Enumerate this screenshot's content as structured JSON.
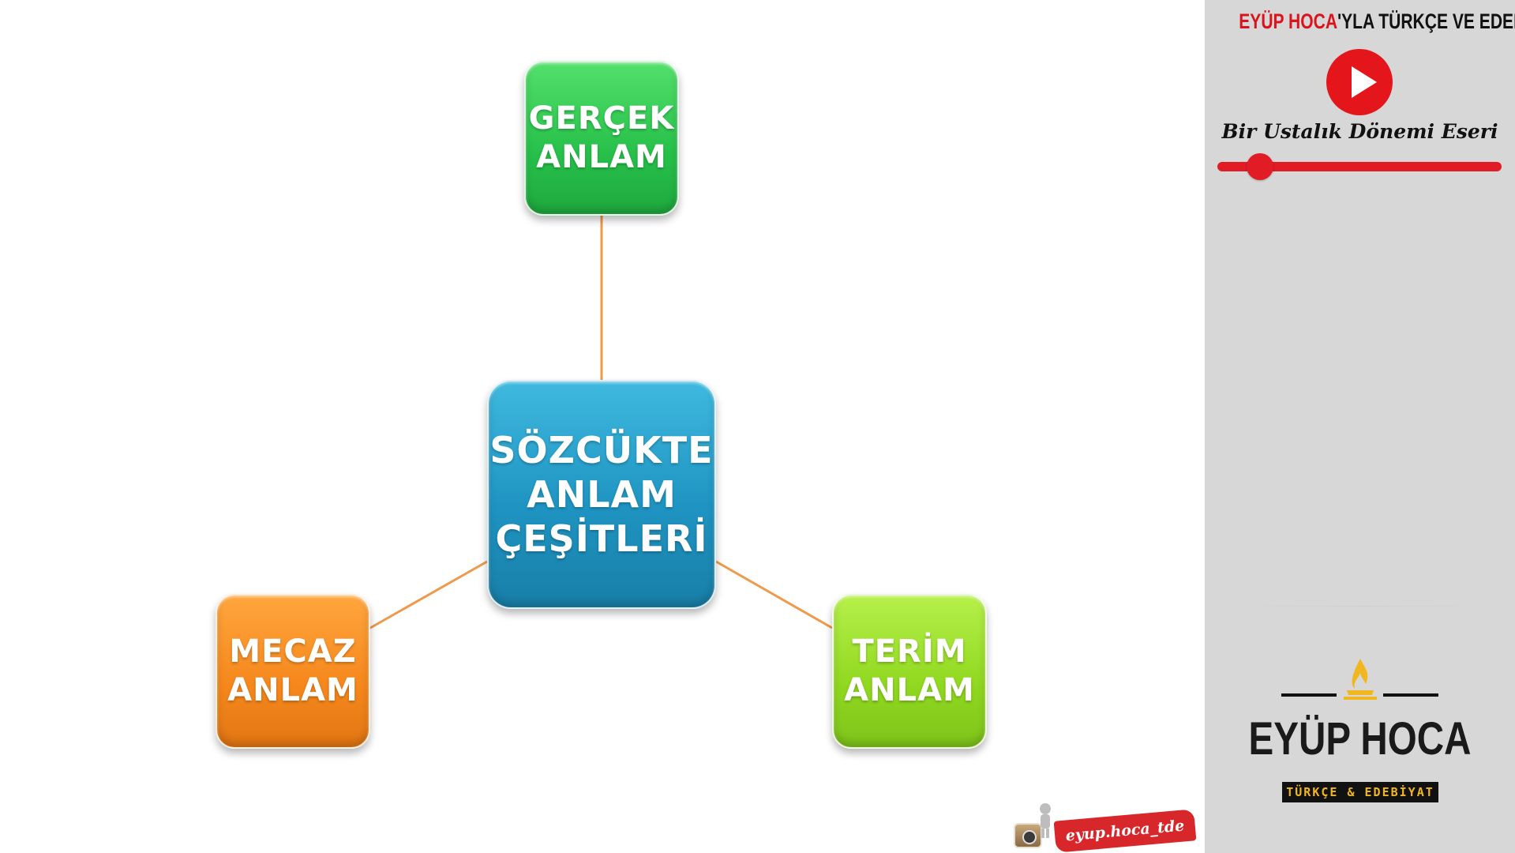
{
  "diagram": {
    "center": {
      "label": "SÖZCÜKTE\nANLAM\nÇEŞİTLERİ",
      "color": "#2aa3cd"
    },
    "top": {
      "label": "GERÇEK\nANLAM",
      "color": "#2dc84f"
    },
    "left": {
      "label": "MECAZ\nANLAM",
      "color": "#f58a1f"
    },
    "right": {
      "label": "TERİM\nANLAM",
      "color": "#97dd22"
    },
    "connector_color": "#ee9a4a"
  },
  "side_panel": {
    "title_red": "EYÜP HOCA",
    "title_dark": "'YLA TÜRKÇE VE EDEBİYAT",
    "play_icon": "play-icon",
    "tagline": "Bir Ustalık Dönemi Eseri",
    "progress": 0.15,
    "accent": "#e11c24",
    "logo": {
      "icon": "flame-icon",
      "name": "EYÜP HOCA",
      "subtitle": "TÜRKÇE & EDEBİYAT"
    }
  },
  "instagram": {
    "icon": "instagram-camera-icon",
    "handle": "eyup.hoca_tde"
  }
}
